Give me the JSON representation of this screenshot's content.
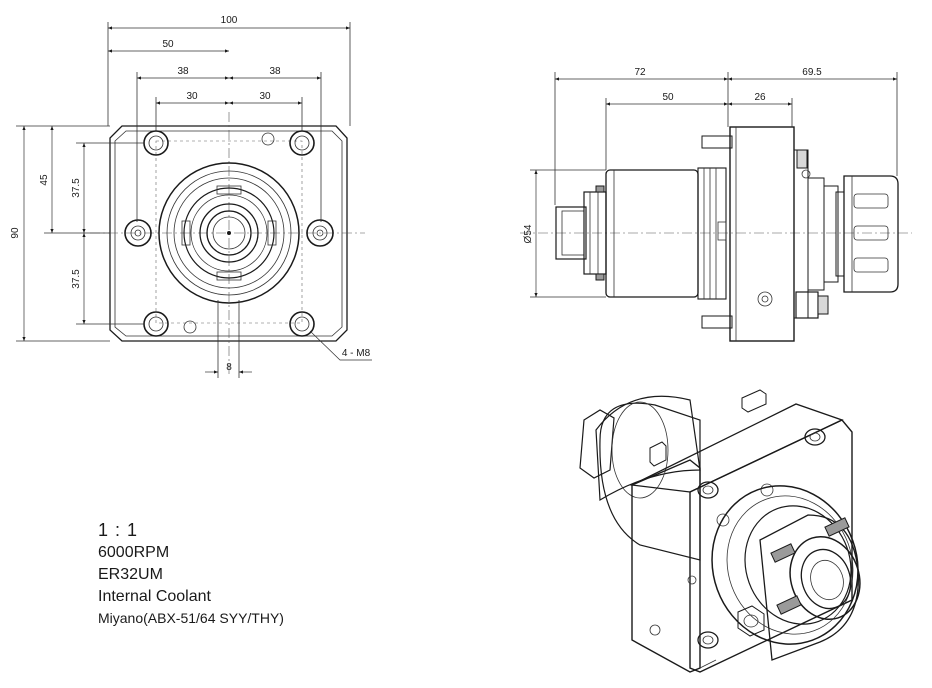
{
  "dimensions": {
    "front_width": "100",
    "front_half": "50",
    "outer_left": "38",
    "outer_right": "38",
    "inner_left": "30",
    "inner_right": "30",
    "height_total": "90",
    "height_half": "45",
    "bolt_upper": "37.5",
    "bolt_lower": "37.5",
    "offset": "8",
    "thread": "4 - M8",
    "side_total": "72",
    "side_right": "69.5",
    "side_body": "50",
    "side_flange": "26",
    "diameter": "Ø54"
  },
  "specs": {
    "scale": "1 : 1",
    "rpm": "6000RPM",
    "collet": "ER32UM",
    "coolant": "Internal Coolant",
    "machine": "Miyano(ABX-51/64 SYY/THY)"
  }
}
